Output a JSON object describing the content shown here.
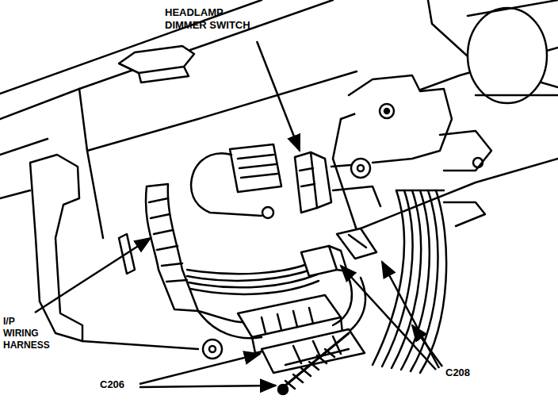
{
  "diagram": {
    "labels": [
      "HEADLAMP DIMMER SWITCH",
      "I/P WIRING HARNESS",
      "C206",
      "C208"
    ]
  }
}
